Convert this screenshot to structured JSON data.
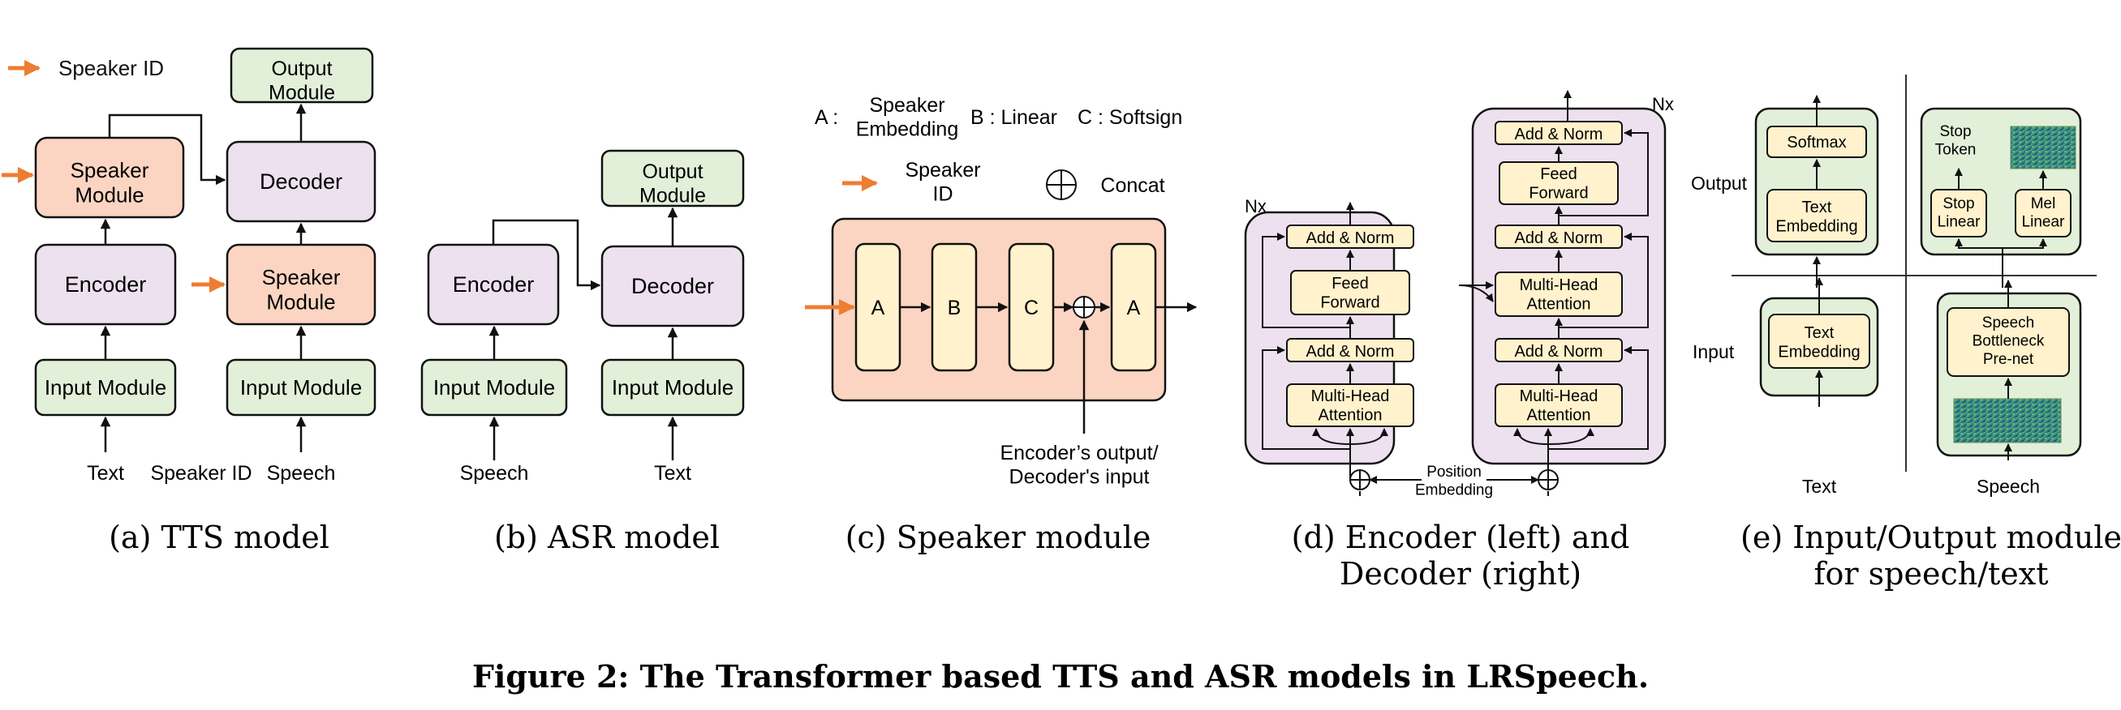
{
  "colors": {
    "green": "#e2f0d9",
    "purple": "#ede0ef",
    "salmon": "#fbd5c2",
    "yellow": "#fff2cc",
    "orange": "#ed7d31",
    "stroke": "#111111"
  },
  "panel_a": {
    "legend_label": "Speaker ID",
    "output_module": "Output\nModule",
    "decoder": "Decoder",
    "speaker_module_top": "Speaker\nModule",
    "speaker_module_right": "Speaker\nModule",
    "encoder": "Encoder",
    "input_module_left": "Input Module",
    "input_module_right": "Input Module",
    "text_input": "Text",
    "speaker_id_input": "Speaker ID",
    "speech_input": "Speech",
    "caption": "(a) TTS model"
  },
  "panel_b": {
    "output_module": "Output\nModule",
    "encoder": "Encoder",
    "decoder": "Decoder",
    "input_module_left": "Input Module",
    "input_module_right": "Input Module",
    "speech_input": "Speech",
    "text_input": "Text",
    "caption": "(b) ASR model"
  },
  "panel_c": {
    "legend_a_key": "A :",
    "legend_a_value": "Speaker\nEmbedding",
    "legend_b": "B : Linear",
    "legend_c": "C : Softsign",
    "legend_speaker_id": "Speaker\nID",
    "legend_concat": "Concat",
    "block_a1": "A",
    "block_b": "B",
    "block_c": "C",
    "block_a2": "A",
    "encoder_output": "Encoder’s output/\nDecoder's input",
    "caption": "(c) Speaker module"
  },
  "panel_d": {
    "nx_encoder": "Nx",
    "nx_decoder": "Nx",
    "enc_add_norm_top": "Add & Norm",
    "enc_feed_forward": "Feed\nForward",
    "enc_add_norm_bottom": "Add & Norm",
    "enc_mha": "Multi-Head\nAttention",
    "dec_add_norm_1": "Add & Norm",
    "dec_feed_forward": "Feed\nForward",
    "dec_add_norm_2": "Add & Norm",
    "dec_cross_mha": "Multi-Head\nAttention",
    "dec_add_norm_3": "Add & Norm",
    "dec_self_mha": "Multi-Head\nAttention",
    "position_embedding": "Position\nEmbedding",
    "caption": "(d) Encoder (left) and\nDecoder (right)"
  },
  "panel_e": {
    "output_row_label": "Output",
    "input_row_label": "Input",
    "softmax": "Softmax",
    "text_embedding_output": "Text\nEmbedding",
    "stop_token": "Stop\nToken",
    "stop_linear": "Stop\nLinear",
    "mel_linear": "Mel\nLinear",
    "text_embedding_input": "Text\nEmbedding",
    "speech_prenet": "Speech\nBottleneck\nPre-net",
    "text_column": "Text",
    "speech_column": "Speech",
    "caption": "(e) Input/Output module\nfor speech/text"
  },
  "figure_caption": "Figure 2: The Transformer based TTS and ASR models in LRSpeech."
}
